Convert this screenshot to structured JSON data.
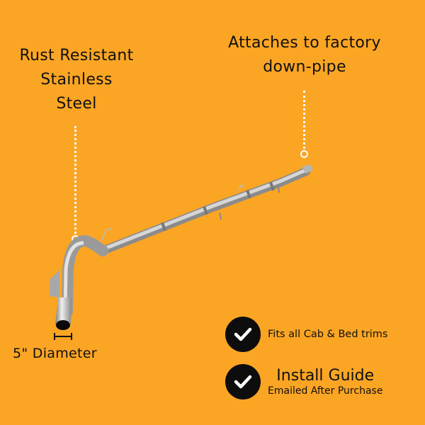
{
  "background_color": "#FBA524",
  "callouts": {
    "material": {
      "lines": [
        "Rust Resistant",
        "Stainless",
        "Steel"
      ]
    },
    "attachment": {
      "lines": [
        "Attaches to factory",
        "down-pipe"
      ]
    },
    "diameter": {
      "label": "5\" Diameter"
    }
  },
  "features": [
    {
      "icon": "check-icon",
      "text": "Fits all Cab & Bed trims"
    },
    {
      "icon": "check-icon",
      "title": "Install Guide",
      "subtitle": "Emailed After Purchase"
    }
  ],
  "product": {
    "name": "stainless-steel-exhaust-pipe"
  }
}
